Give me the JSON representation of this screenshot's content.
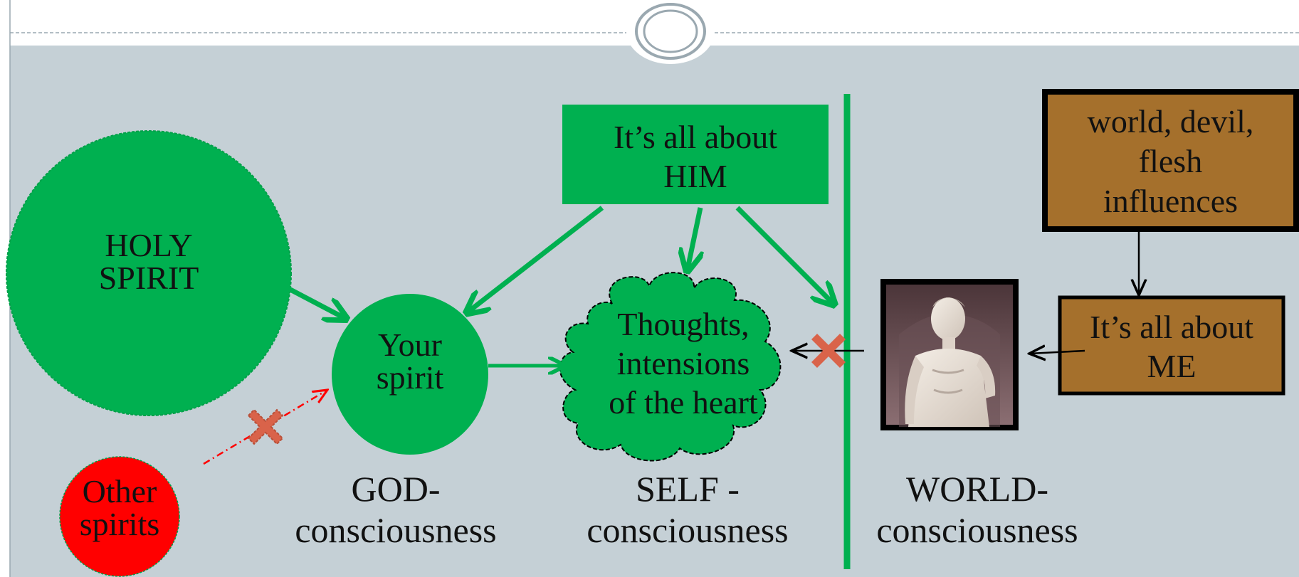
{
  "colors": {
    "header_bg": "#ffffff",
    "slide_bg": "#c5d0d6",
    "green": "#00b050",
    "red": "#ff0000",
    "brown": "#a5702c",
    "cross": "#d9634a",
    "border": "#000000"
  },
  "icons": {
    "header_ornament": "double-ellipse-ornament-icon",
    "blocked_marker": "x-cross-icon",
    "statue_image": "statue-of-david-image"
  },
  "nodes": {
    "holy_spirit": {
      "lines": [
        "HOLY",
        "SPIRIT"
      ]
    },
    "your_spirit": {
      "lines": [
        "Your",
        "spirit"
      ]
    },
    "other_spirits": {
      "lines": [
        "Other",
        "spirits"
      ]
    },
    "all_about_him": {
      "lines": [
        "It’s all about",
        "HIM"
      ]
    },
    "thoughts": {
      "lines": [
        "Thoughts,",
        "intensions",
        "of the heart"
      ]
    },
    "influences": {
      "lines": [
        "world, devil,",
        "flesh",
        "influences"
      ]
    },
    "all_about_me": {
      "lines": [
        "It’s all about",
        "ME"
      ]
    }
  },
  "captions": {
    "god": {
      "lines": [
        "GOD-",
        "consciousness"
      ]
    },
    "self": {
      "lines": [
        "SELF -",
        "consciousness"
      ]
    },
    "world": {
      "lines": [
        "WORLD-",
        "consciousness"
      ]
    }
  }
}
